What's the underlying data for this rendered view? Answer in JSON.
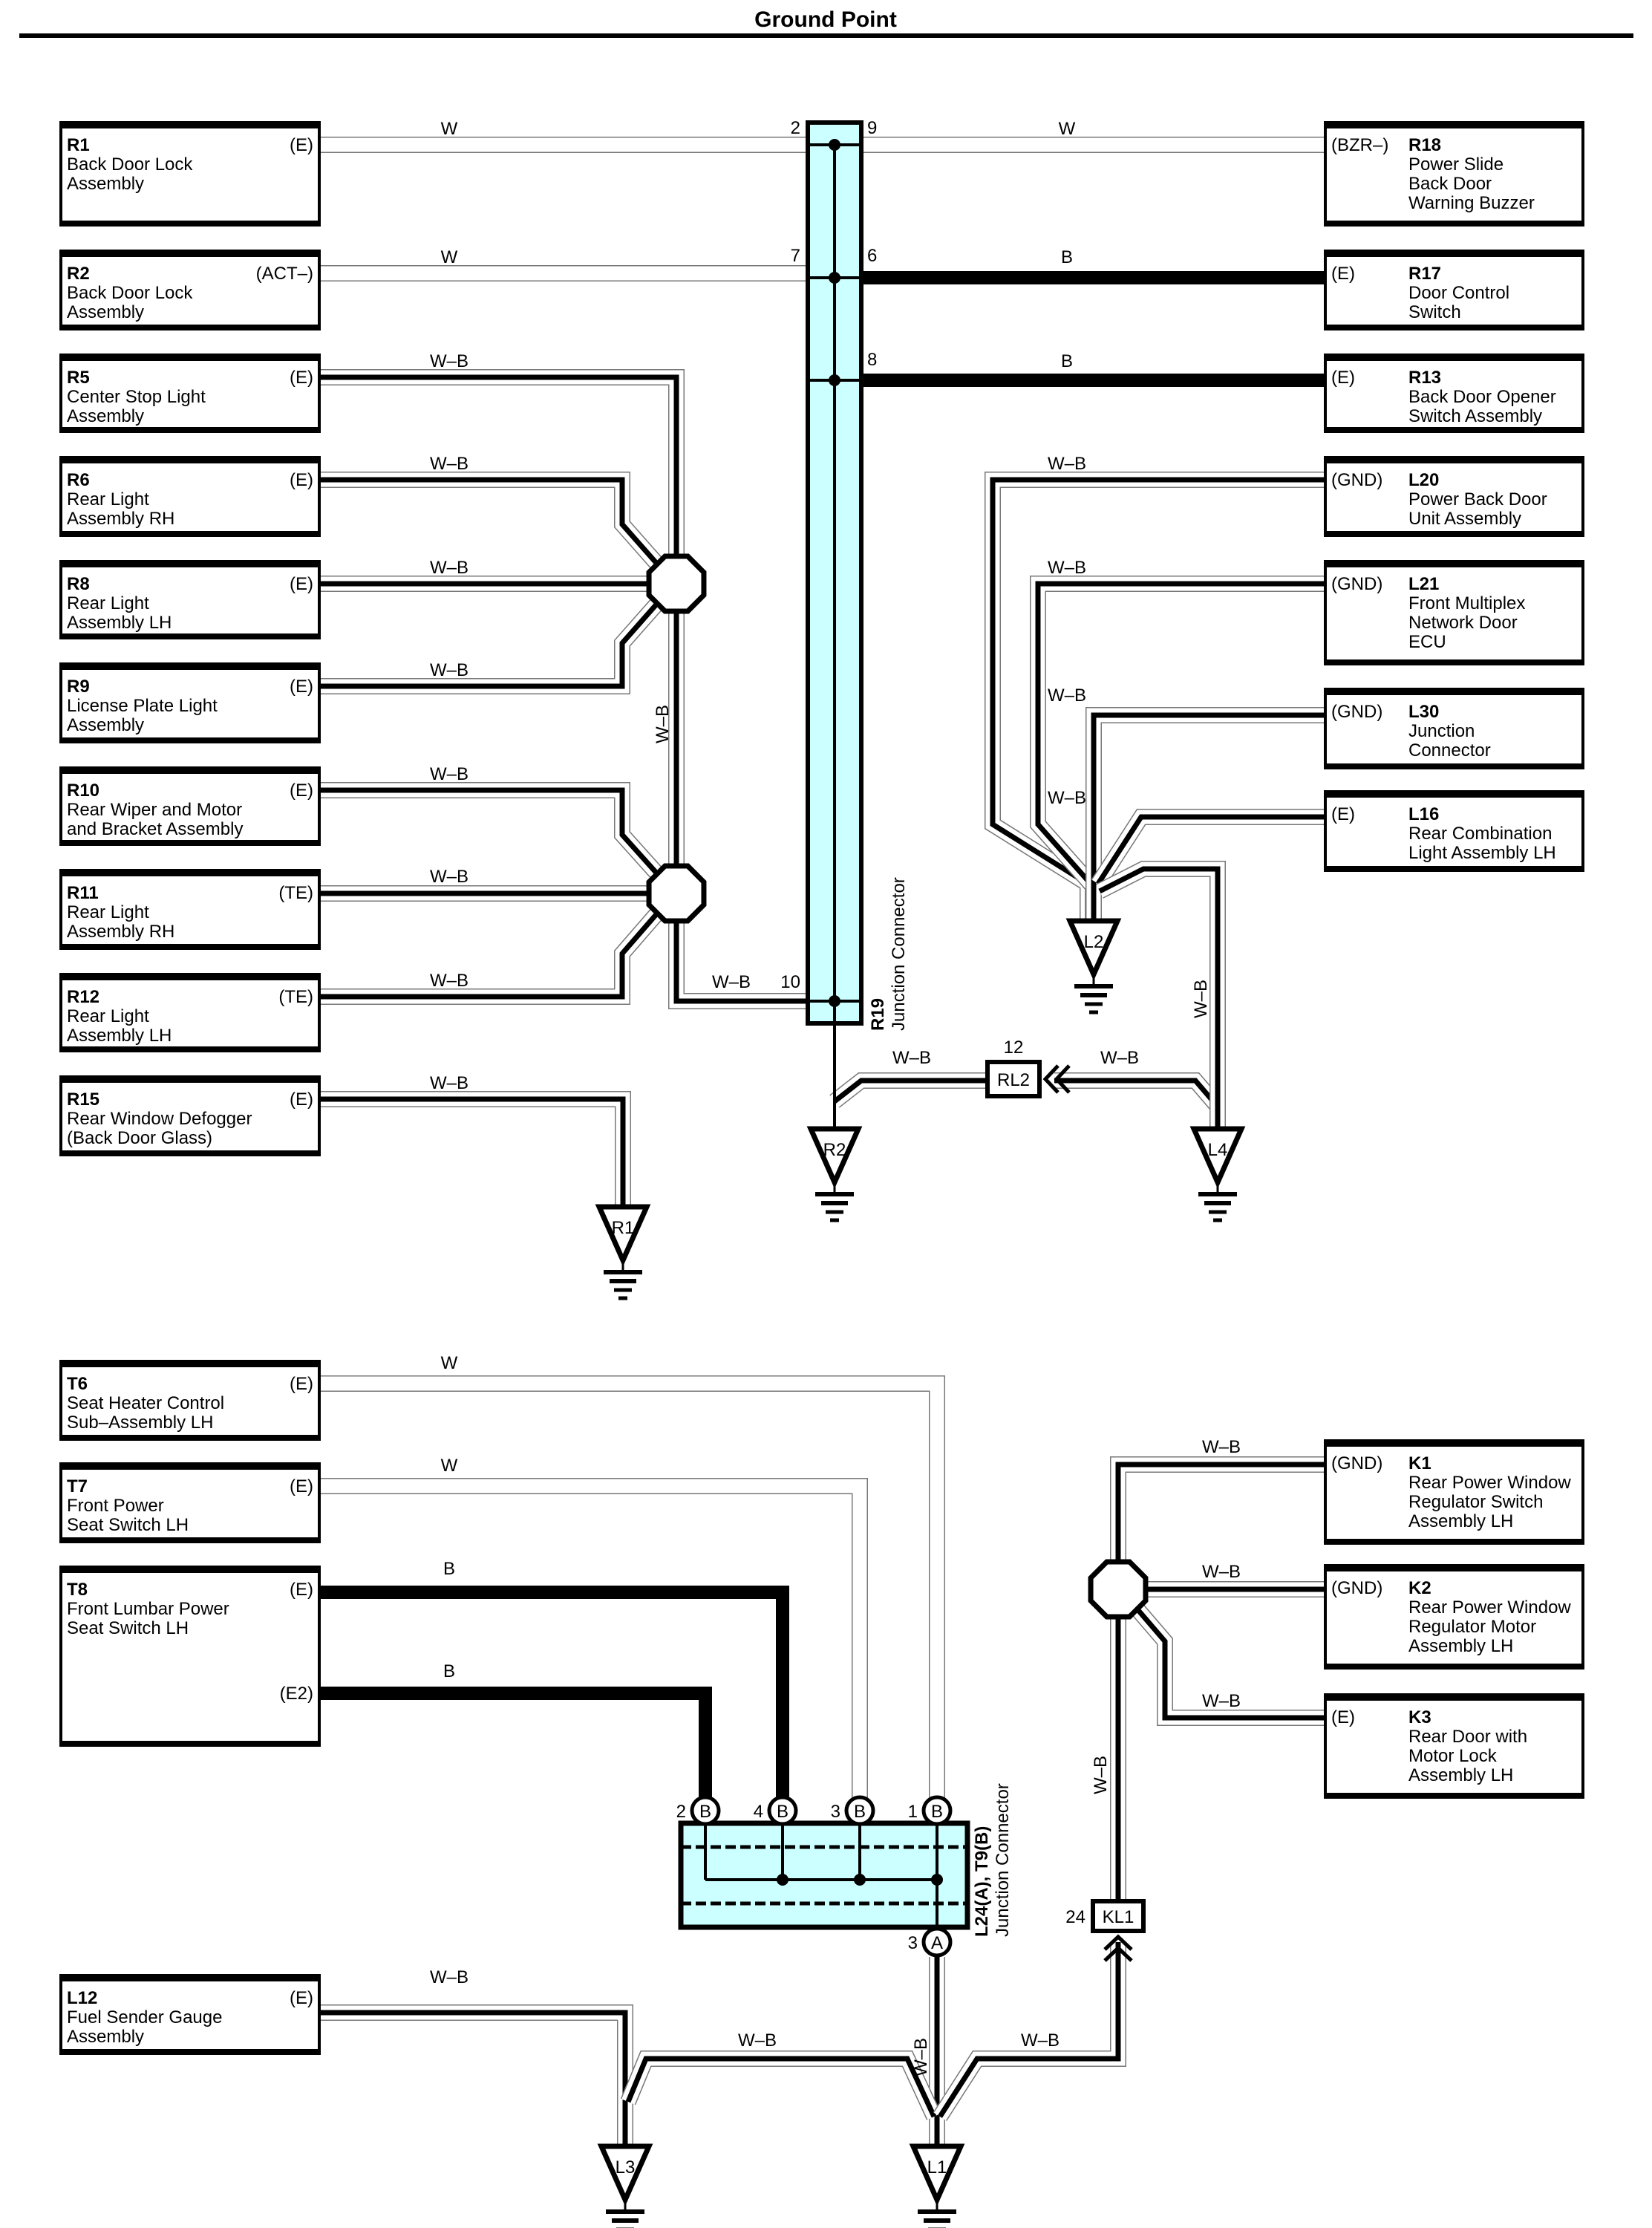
{
  "title": "Ground Point",
  "colors": {
    "junction_fill": "#ccffff",
    "wire_black": "#000000",
    "wire_outline": "#888888"
  },
  "components_left_top": [
    {
      "code": "R1",
      "lines": [
        "Back Door Lock",
        "Assembly"
      ],
      "pin": "(E)",
      "wire": "W"
    },
    {
      "code": "R2",
      "lines": [
        "Back Door Lock",
        "Assembly"
      ],
      "pin": "(ACT–)",
      "wire": "W"
    },
    {
      "code": "R5",
      "lines": [
        "Center Stop Light",
        "Assembly"
      ],
      "pin": "(E)",
      "wire": "W–B"
    },
    {
      "code": "R6",
      "lines": [
        "Rear Light",
        "Assembly RH"
      ],
      "pin": "(E)",
      "wire": "W–B"
    },
    {
      "code": "R8",
      "lines": [
        "Rear Light",
        "Assembly LH"
      ],
      "pin": "(E)",
      "wire": "W–B"
    },
    {
      "code": "R9",
      "lines": [
        "License Plate Light",
        "Assembly"
      ],
      "pin": "(E)",
      "wire": "W–B"
    },
    {
      "code": "R10",
      "lines": [
        "Rear Wiper and Motor",
        "and Bracket Assembly"
      ],
      "pin": "(E)",
      "wire": "W–B"
    },
    {
      "code": "R11",
      "lines": [
        "Rear Light",
        "Assembly RH"
      ],
      "pin": "(TE)",
      "wire": "W–B"
    },
    {
      "code": "R12",
      "lines": [
        "Rear Light",
        "Assembly LH"
      ],
      "pin": "(TE)",
      "wire": "W–B"
    },
    {
      "code": "R15",
      "lines": [
        "Rear Window Defogger",
        "(Back Door Glass)"
      ],
      "pin": "(E)",
      "wire": "W–B"
    }
  ],
  "components_right_top": [
    {
      "code": "R18",
      "lines": [
        "Power Slide",
        "Back Door",
        "Warning Buzzer"
      ],
      "pin": "(BZR–)",
      "wire": "W"
    },
    {
      "code": "R17",
      "lines": [
        "Door Control",
        "Switch"
      ],
      "pin": "(E)",
      "wire": "B"
    },
    {
      "code": "R13",
      "lines": [
        "Back Door Opener",
        "Switch Assembly"
      ],
      "pin": "(E)",
      "wire": "B"
    },
    {
      "code": "L20",
      "lines": [
        "Power Back Door",
        "Unit Assembly"
      ],
      "pin": "(GND)",
      "wire": "W–B"
    },
    {
      "code": "L21",
      "lines": [
        "Front Multiplex",
        "Network Door",
        "ECU"
      ],
      "pin": "(GND)",
      "wire": "W–B"
    },
    {
      "code": "L30",
      "lines": [
        "Junction",
        "Connector"
      ],
      "pin": "(GND)",
      "wire": "W–B"
    },
    {
      "code": "L16",
      "lines": [
        "Rear Combination",
        "Light Assembly LH"
      ],
      "pin": "(E)",
      "wire": "W–B"
    }
  ],
  "junction_r19": {
    "code": "R19",
    "name": "Junction Connector",
    "pins_left": [
      "2",
      "7",
      "10"
    ],
    "pins_right": [
      "9",
      "6",
      "8"
    ],
    "vertical_wire_label": "W–B",
    "pin10_wire": "W–B"
  },
  "connector_rl2": {
    "code": "RL2",
    "pin": "12",
    "wire_left": "W–B",
    "wire_right": "W–B",
    "vertical_wire": "W–B"
  },
  "grounds_top": [
    "R1",
    "R2",
    "L2",
    "L4"
  ],
  "components_left_bottom": [
    {
      "code": "T6",
      "lines": [
        "Seat Heater Control",
        "Sub–Assembly LH"
      ],
      "pins": [
        "(E)"
      ],
      "wires": [
        "W"
      ]
    },
    {
      "code": "T7",
      "lines": [
        "Front Power",
        "Seat Switch LH"
      ],
      "pins": [
        "(E)"
      ],
      "wires": [
        "W"
      ]
    },
    {
      "code": "T8",
      "lines": [
        "Front Lumbar Power",
        "Seat Switch LH"
      ],
      "pins": [
        "(E)",
        "(E2)"
      ],
      "wires": [
        "B",
        "B"
      ]
    },
    {
      "code": "L12",
      "lines": [
        "Fuel Sender Gauge",
        "Assembly"
      ],
      "pins": [
        "(E)"
      ],
      "wires": [
        "W–B"
      ]
    }
  ],
  "components_right_bottom": [
    {
      "code": "K1",
      "lines": [
        "Rear Power Window",
        "Regulator Switch",
        "Assembly LH"
      ],
      "pin": "(GND)",
      "wire": "W–B"
    },
    {
      "code": "K2",
      "lines": [
        "Rear Power Window",
        "Regulator Motor",
        "Assembly LH"
      ],
      "pin": "(GND)",
      "wire": "W–B"
    },
    {
      "code": "K3",
      "lines": [
        "Rear Door with",
        "Motor Lock",
        "Assembly LH"
      ],
      "pin": "(E)",
      "wire": "W–B"
    }
  ],
  "junction_l24": {
    "code": "L24(A), T9(B)",
    "name": "Junction Connector",
    "top_pins": [
      {
        "num": "2",
        "tag": "B"
      },
      {
        "num": "4",
        "tag": "B"
      },
      {
        "num": "3",
        "tag": "B"
      },
      {
        "num": "1",
        "tag": "B"
      }
    ],
    "bottom_pin": {
      "num": "3",
      "tag": "A"
    },
    "bottom_wire": "W–B"
  },
  "connector_kl1": {
    "code": "KL1",
    "pin": "24",
    "vertical_wire": "W–B"
  },
  "bottom_wires": {
    "l3_link": "W–B",
    "l1_link": "W–B"
  },
  "grounds_bottom": [
    "L3",
    "L1"
  ]
}
